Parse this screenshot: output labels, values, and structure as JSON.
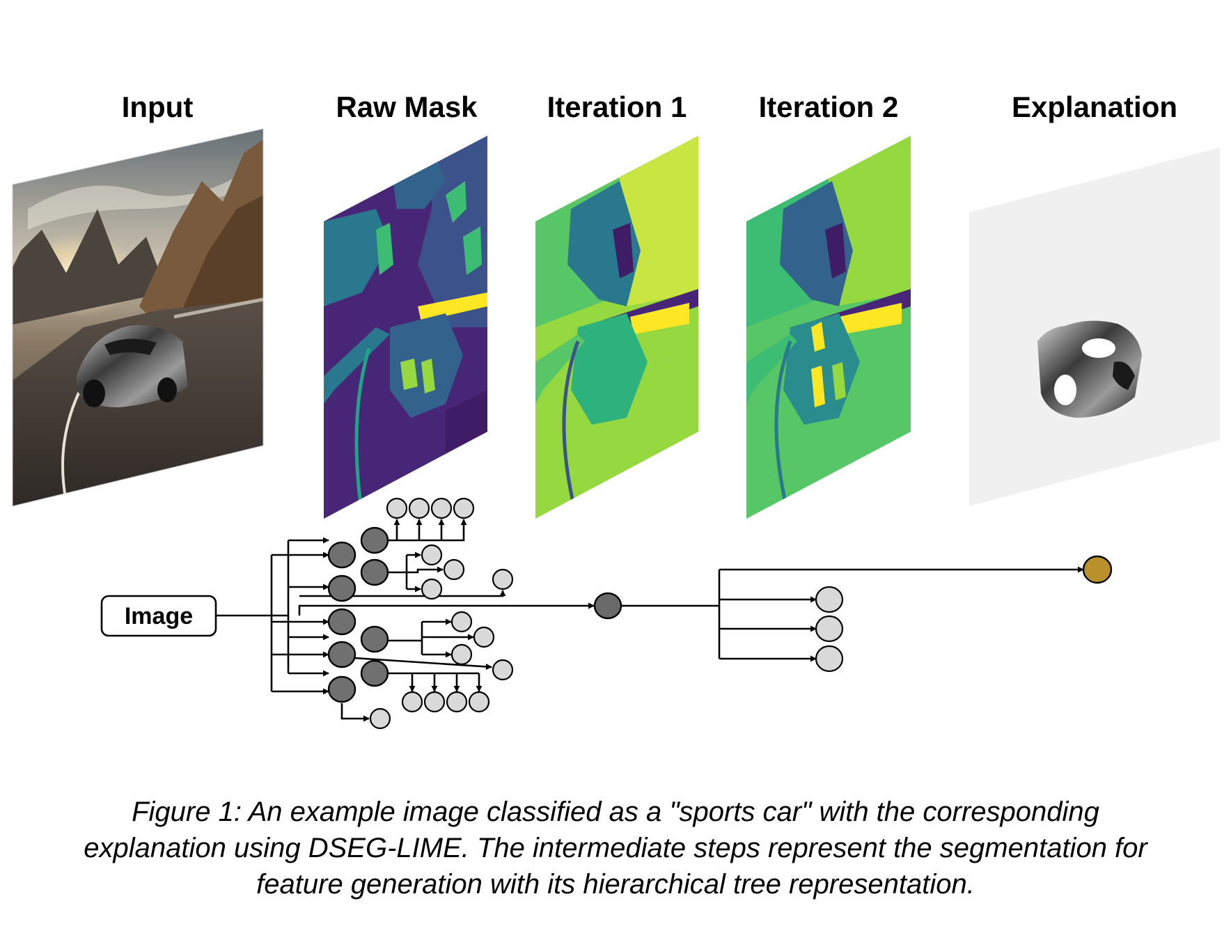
{
  "stages": {
    "input": "Input",
    "raw_mask": "Raw Mask",
    "iteration_1": "Iteration 1",
    "iteration_2": "Iteration 2",
    "explanation": "Explanation"
  },
  "tree": {
    "root_label": "Image"
  },
  "caption": "Figure 1: An example image classified as a \"sports car\" with the corresponding explanation using DSEG-LIME. The intermediate steps represent the segmentation for feature generation with its hierarchical tree representation.",
  "colors": {
    "viridis_dark": "#482677",
    "viridis_blue": "#33638d",
    "viridis_teal": "#2a8c8c",
    "viridis_green": "#3dbc74",
    "viridis_lime": "#95d840",
    "viridis_yellow": "#fde725",
    "explanation_node": "#b8902c",
    "tree_dark_node": "#707070",
    "tree_light_node": "#d9d9d9"
  }
}
